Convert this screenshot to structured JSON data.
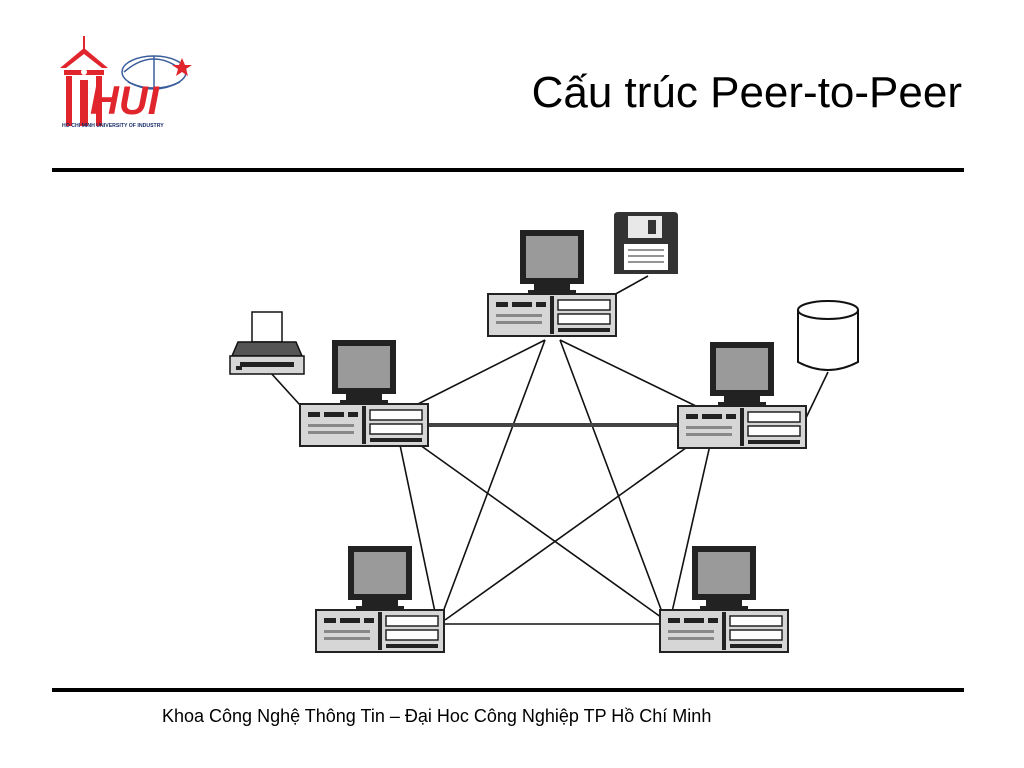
{
  "slide": {
    "title": "Cấu trúc Peer-to-Peer",
    "footer": "Khoa Công Nghệ Thông Tin – Đại Hoc Công Nghiệp TP Hồ Chí Minh"
  },
  "logo": {
    "wordmark": "HUI",
    "tagline": "HO CHI MINH UNIVERSITY OF INDUSTRY",
    "color": "#e0262c"
  },
  "diagram": {
    "nodes": [
      {
        "id": "pc-top",
        "type": "computer"
      },
      {
        "id": "pc-left",
        "type": "computer"
      },
      {
        "id": "pc-right",
        "type": "computer"
      },
      {
        "id": "pc-bottom-left",
        "type": "computer"
      },
      {
        "id": "pc-bottom-right",
        "type": "computer"
      },
      {
        "id": "floppy",
        "type": "floppy-disk-icon",
        "attached_to": "pc-top"
      },
      {
        "id": "printer",
        "type": "printer-icon",
        "attached_to": "pc-left"
      },
      {
        "id": "storage",
        "type": "cylinder-storage-icon",
        "attached_to": "pc-right"
      }
    ],
    "links": [
      [
        "pc-top",
        "pc-left"
      ],
      [
        "pc-top",
        "pc-right"
      ],
      [
        "pc-top",
        "pc-bottom-left"
      ],
      [
        "pc-top",
        "pc-bottom-right"
      ],
      [
        "pc-left",
        "pc-right"
      ],
      [
        "pc-left",
        "pc-bottom-left"
      ],
      [
        "pc-left",
        "pc-bottom-right"
      ],
      [
        "pc-right",
        "pc-bottom-left"
      ],
      [
        "pc-right",
        "pc-bottom-right"
      ],
      [
        "pc-bottom-left",
        "pc-bottom-right"
      ]
    ]
  }
}
